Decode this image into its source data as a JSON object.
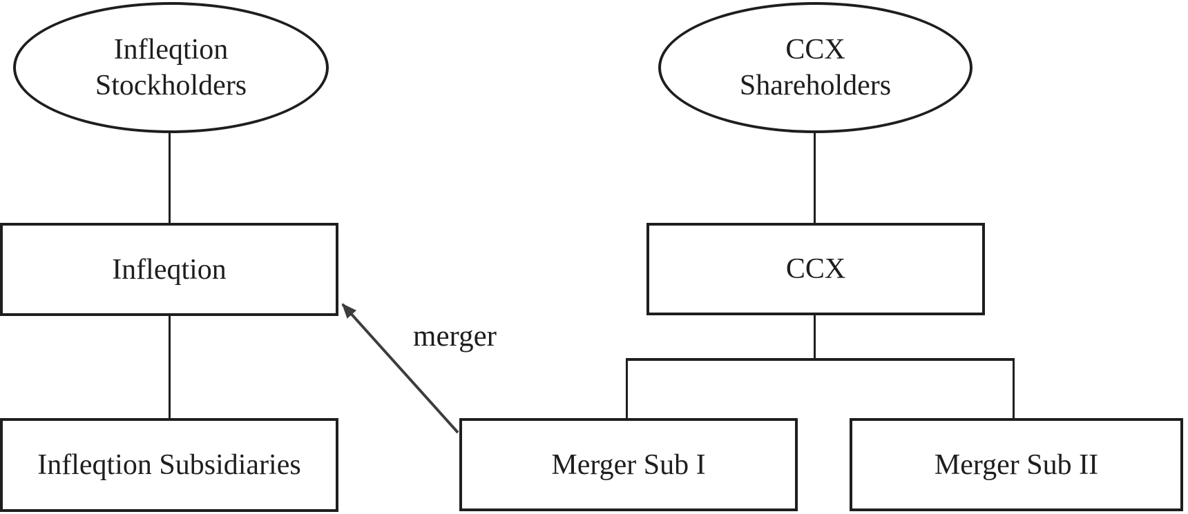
{
  "diagram": {
    "description_colors": {
      "background": "#ffffff",
      "stroke": "#1e1e1e",
      "text": "#1e1e1e",
      "arrow": "#3d3d3d"
    },
    "nodes": {
      "infleqtion_stockholders": {
        "shape": "ellipse",
        "line1": "Infleqtion",
        "line2": "Stockholders"
      },
      "ccx_shareholders": {
        "shape": "ellipse",
        "line1": "CCX",
        "line2": "Shareholders"
      },
      "infleqtion": {
        "shape": "rect",
        "label": "Infleqtion"
      },
      "ccx": {
        "shape": "rect",
        "label": "CCX"
      },
      "infleqtion_subsidiaries": {
        "shape": "rect",
        "label": "Infleqtion Subsidiaries"
      },
      "merger_sub_i": {
        "shape": "rect",
        "label": "Merger Sub I"
      },
      "merger_sub_ii": {
        "shape": "rect",
        "label": "Merger Sub II"
      }
    },
    "edges": [
      {
        "from": "infleqtion_stockholders",
        "to": "infleqtion",
        "type": "line"
      },
      {
        "from": "infleqtion",
        "to": "infleqtion_subsidiaries",
        "type": "line"
      },
      {
        "from": "ccx_shareholders",
        "to": "ccx",
        "type": "line"
      },
      {
        "from": "ccx",
        "to": "merger_sub_i",
        "type": "elbow"
      },
      {
        "from": "ccx",
        "to": "merger_sub_ii",
        "type": "elbow"
      },
      {
        "from": "merger_sub_i",
        "to": "infleqtion",
        "type": "arrow",
        "label": "merger"
      }
    ]
  }
}
